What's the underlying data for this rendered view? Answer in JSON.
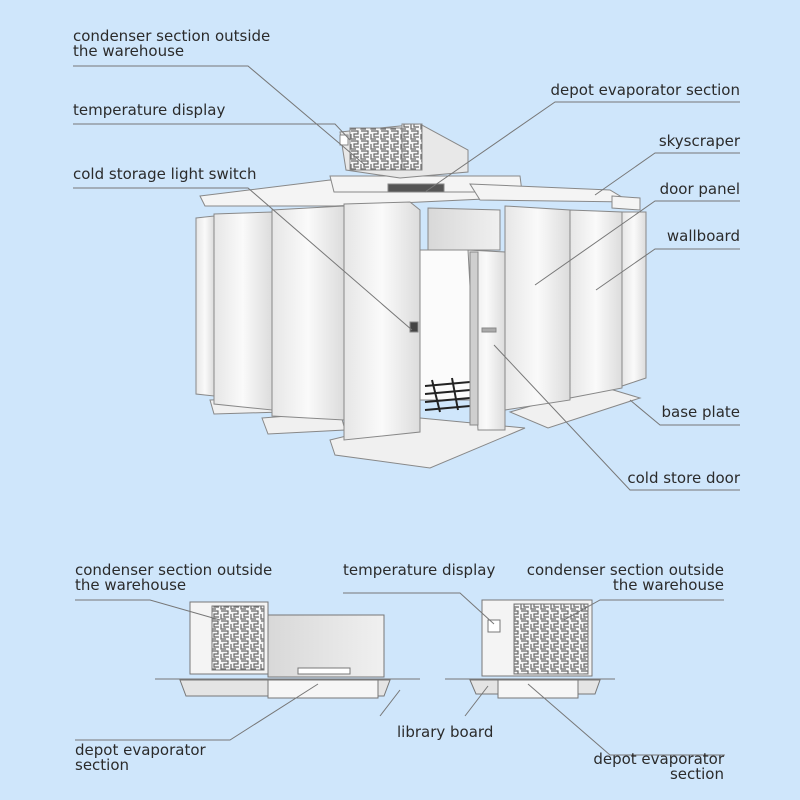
{
  "top_view": {
    "condenser": [
      "condenser section outside",
      "the warehouse"
    ],
    "temperature_display": "temperature display",
    "light_switch": "cold storage light switch",
    "evaporator": "depot evaporator section",
    "skyscraper": "skyscraper",
    "door_panel": "door panel",
    "wallboard": "wallboard",
    "base_plate": "base plate",
    "cold_store_door": "cold store door"
  },
  "side_views": {
    "left_condenser": [
      "condenser section outside",
      "the warehouse"
    ],
    "temperature_display": "temperature display",
    "right_condenser": [
      "condenser section outside",
      "the warehouse"
    ],
    "library_board": "library board",
    "left_evaporator": [
      "depot evaporator",
      "section"
    ],
    "right_evaporator": [
      "depot evaporator",
      "section"
    ]
  },
  "colors": {
    "background": "#cfe6fb",
    "panel": "#f2f2f2",
    "line": "#666666",
    "text": "#2b2b2b"
  }
}
